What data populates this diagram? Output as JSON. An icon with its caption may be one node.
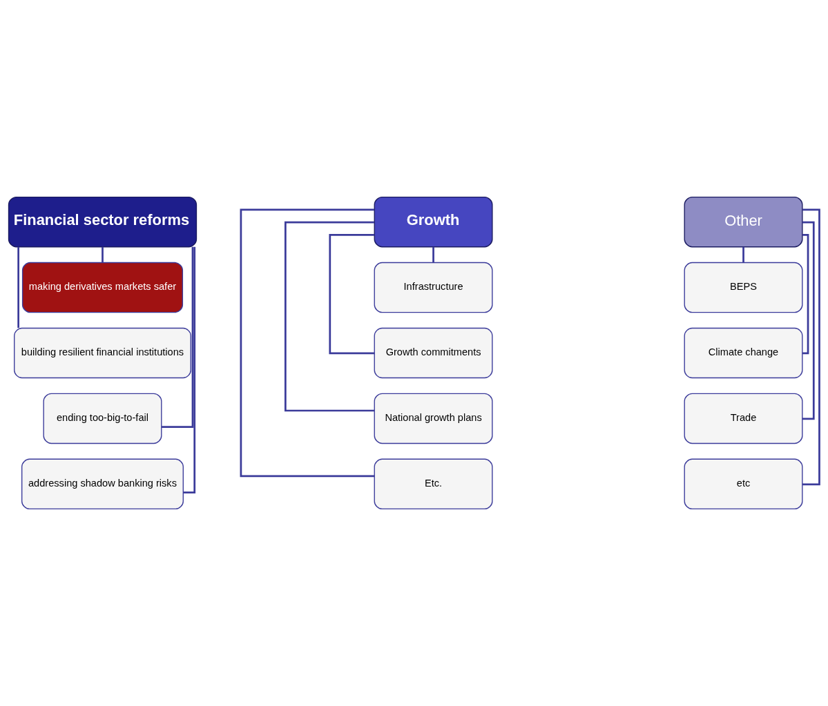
{
  "diagram": {
    "nodes": [
      {
        "text": [
          "Financial sector reforms"
        ]
      },
      {
        "text": [
          "making derivatives markets safer"
        ]
      },
      {
        "text": [
          "building resilient financial institutions"
        ]
      },
      {
        "text": [
          "ending too-big-to-fail"
        ]
      },
      {
        "text": [
          "addressing shadow banking risks"
        ]
      },
      {
        "text": [
          "Growth"
        ]
      },
      {
        "text": [
          "Infrastructure"
        ]
      },
      {
        "text": [
          "Growth commitments"
        ]
      },
      {
        "text": [
          "National growth plans"
        ]
      },
      {
        "text": [
          "Etc."
        ]
      },
      {
        "text": [
          "Other"
        ]
      },
      {
        "text": [
          "BEPS"
        ]
      },
      {
        "text": [
          "Climate change"
        ]
      },
      {
        "text": [
          "Trade"
        ]
      },
      {
        "text": [
          "etc"
        ]
      }
    ],
    "edges": [
      {
        "from": 0,
        "to": 1,
        "arrow": "none"
      },
      {
        "from": 0,
        "to": 2,
        "arrow": "none"
      },
      {
        "from": 0,
        "to": 3,
        "arrow": "none"
      },
      {
        "from": 0,
        "to": 4,
        "arrow": "none"
      },
      {
        "from": 5,
        "to": 6,
        "arrow": "none"
      },
      {
        "from": 5,
        "to": 7,
        "arrow": "none"
      },
      {
        "from": 5,
        "to": 8,
        "arrow": "none"
      },
      {
        "from": 5,
        "to": 9,
        "arrow": "none"
      },
      {
        "from": 10,
        "to": 11,
        "arrow": "none"
      },
      {
        "from": 10,
        "to": 12,
        "arrow": "none"
      },
      {
        "from": 10,
        "to": 13,
        "arrow": "none"
      },
      {
        "from": 10,
        "to": 14,
        "arrow": "none"
      }
    ]
  }
}
